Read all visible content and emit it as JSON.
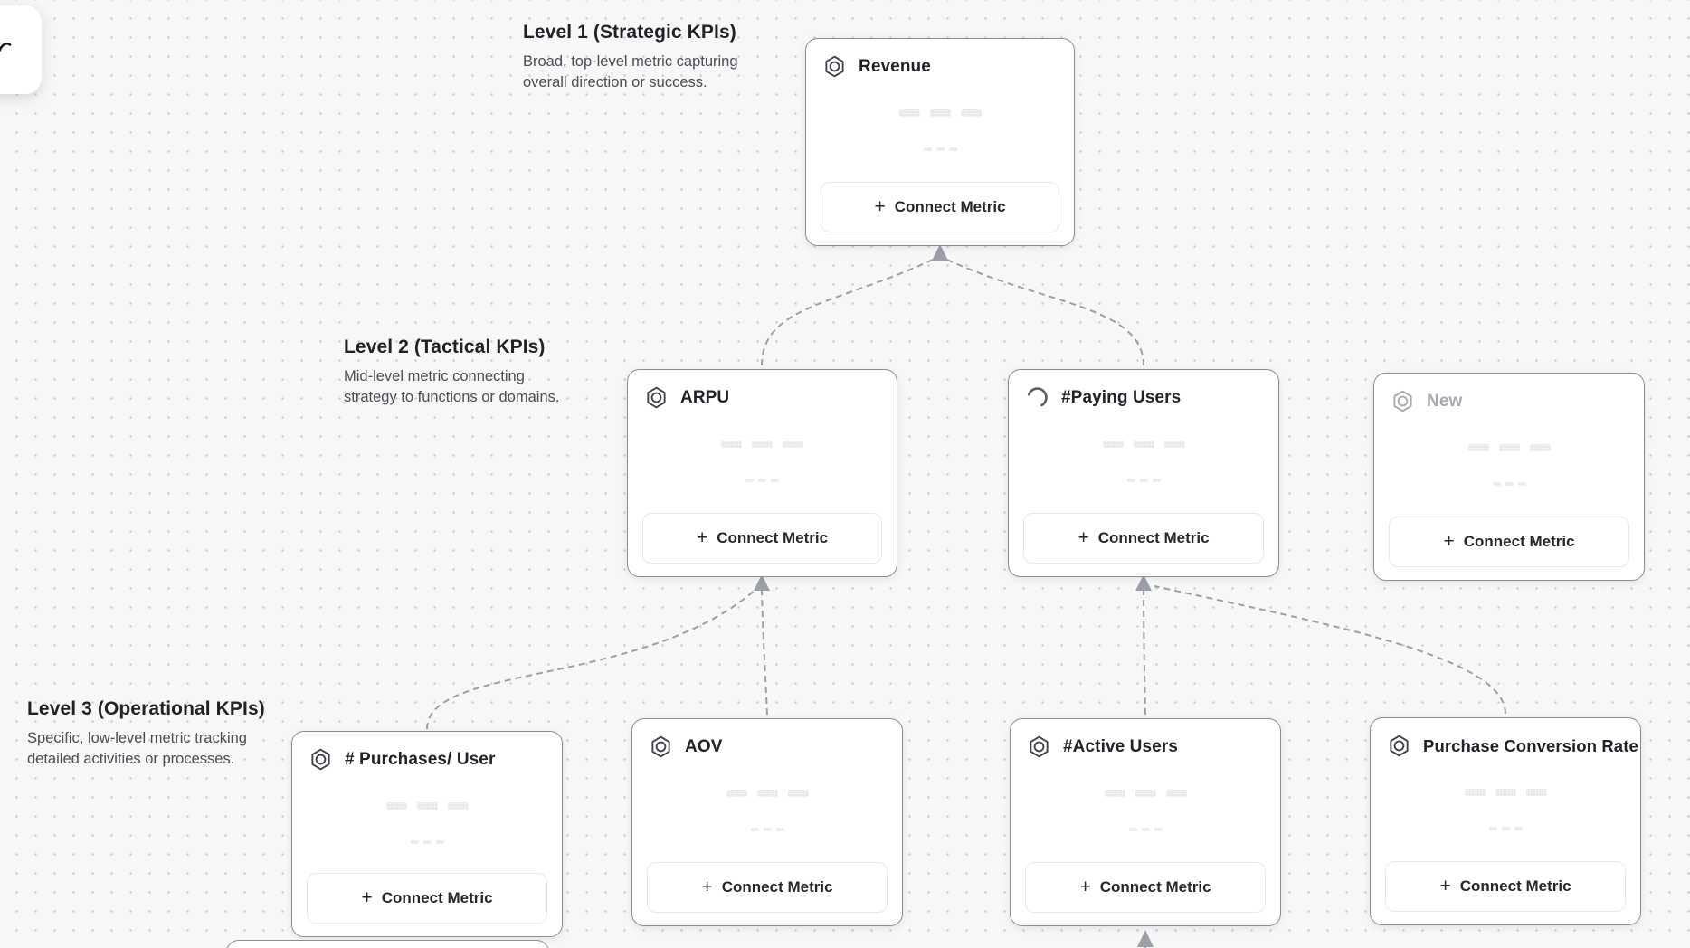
{
  "ui": {
    "connect_metric_label": "Connect Metric",
    "plus_glyph": "+"
  },
  "levels": [
    {
      "title": "Level 1 (Strategic KPIs)",
      "description": "Broad, top-level metric capturing overall direction or success."
    },
    {
      "title": "Level 2 (Tactical KPIs)",
      "description": "Mid-level metric connecting strategy to functions or domains."
    },
    {
      "title": "Level 3 (Operational KPIs)",
      "description": "Specific, low-level metric tracking detailed activities or processes."
    }
  ],
  "cards": [
    {
      "title": "Revenue",
      "icon": "hexagon-metric-icon",
      "state": "default",
      "level": 1
    },
    {
      "title": "ARPU",
      "icon": "hexagon-metric-icon",
      "state": "default",
      "level": 2
    },
    {
      "title": "#Paying Users",
      "icon": "spinner-icon",
      "state": "loading",
      "level": 2
    },
    {
      "title": "New",
      "icon": "hexagon-metric-icon",
      "state": "draft",
      "level": 2
    },
    {
      "title": "# Purchases/ User",
      "icon": "hexagon-metric-icon",
      "state": "default",
      "level": 3
    },
    {
      "title": "AOV",
      "icon": "hexagon-metric-icon",
      "state": "default",
      "level": 3
    },
    {
      "title": "#Active Users",
      "icon": "hexagon-metric-icon",
      "state": "default",
      "level": 3
    },
    {
      "title": "Purchase Conversion Rate",
      "icon": "hexagon-metric-icon",
      "state": "default",
      "level": 3
    }
  ],
  "colors": {
    "canvas_bg": "#f7f7f8",
    "dot": "#c9cacd",
    "card_border": "#8a8f97",
    "edge": "#9aa0a6",
    "title_text": "#1f2327",
    "muted_text": "#4a4f55",
    "draft_text": "#a4a8af",
    "button_border": "#e8e9eb",
    "button_text": "#24282d",
    "skeleton": "#e8e8ea",
    "skeleton_light": "#ededef"
  }
}
